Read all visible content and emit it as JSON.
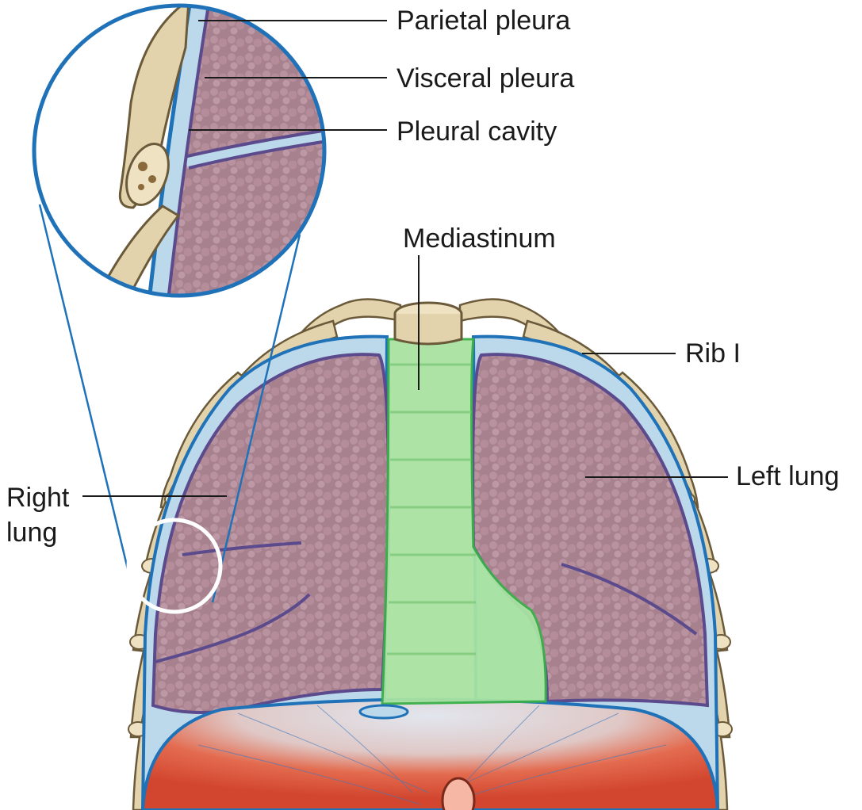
{
  "labels": {
    "parietal_pleura": "Parietal pleura",
    "visceral_pleura": "Visceral pleura",
    "pleural_cavity": "Pleural cavity",
    "mediastinum": "Mediastinum",
    "rib_i": "Rib I",
    "left_lung": "Left lung",
    "right_lung_line1": "Right",
    "right_lung_line2": "lung"
  },
  "colors": {
    "lung": "#a67b90",
    "lung_dark": "#7a4f68",
    "pleura": "#b9d8ec",
    "pleura_outline": "#1f72b8",
    "visceral_line": "#5b4a8c",
    "mediastinum": "#a9e3a2",
    "mediastinum_outline": "#3ab04a",
    "bone": "#e6d6b0",
    "bone_outline": "#6b5a3a",
    "diaphragm": "#e0533a",
    "diaphragm_center": "#d9dde6",
    "leader": "#1a1a1a"
  }
}
